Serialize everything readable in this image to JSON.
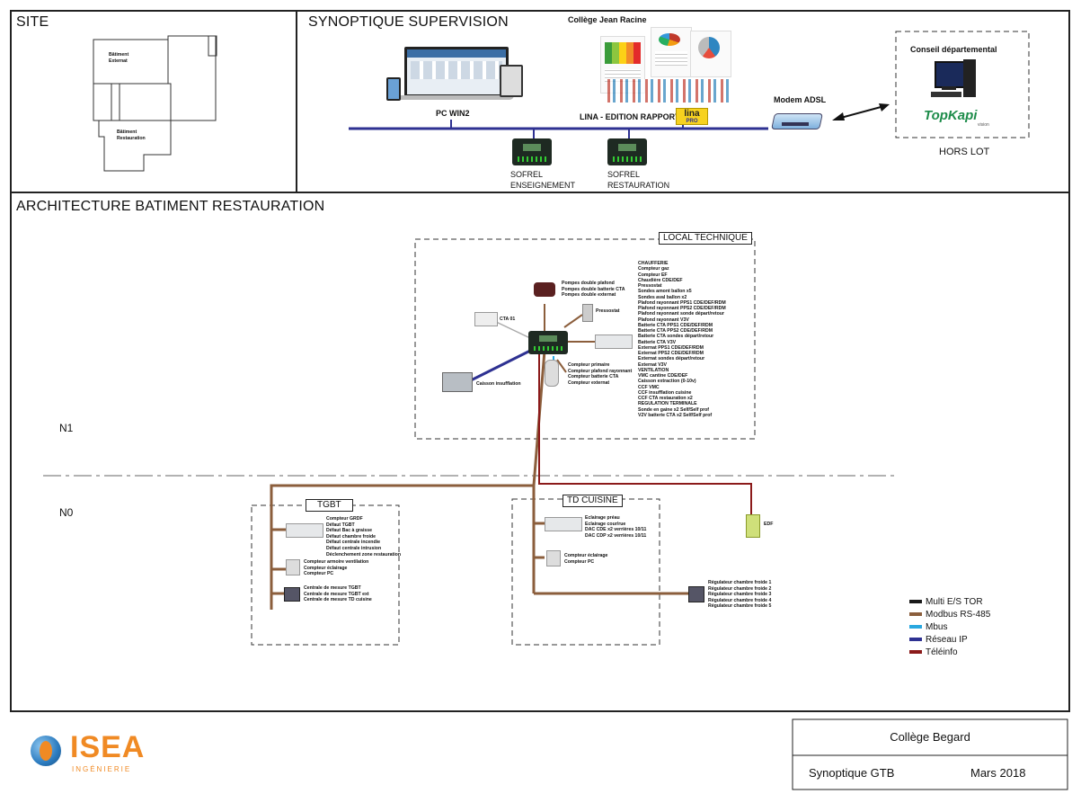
{
  "sections": {
    "site": "SITE",
    "supervision": "SYNOPTIQUE SUPERVISION",
    "architecture": "ARCHITECTURE BATIMENT RESTAURATION"
  },
  "site_map": {
    "building_externat": "Bâtiment\nExternat",
    "building_restauration": "Bâtiment\nRestauration"
  },
  "supervision": {
    "college_name": "Collège Jean Racine",
    "pc_label": "PC WIN2",
    "lina_label": "LINA - EDITION RAPPORT",
    "lina_logo": "lina",
    "lina_logo_sub": "PRO",
    "modem_label": "Modem ADSL",
    "sofrel_enseignement": "SOFREL\nENSEIGNEMENT",
    "sofrel_restauration": "SOFREL\nRESTAURATION",
    "conseil_label": "Conseil départemental",
    "topkapi_logo": "TopKapi",
    "topkapi_sub": "vision",
    "hors_lot": "HORS LOT"
  },
  "architecture": {
    "local_technique": "LOCAL TECHNIQUE",
    "level_n1": "N1",
    "level_n0": "N0",
    "pumps": [
      "Pompes double plafond",
      "Pompes double batterie CTA",
      "Pompes double externat"
    ],
    "pressostat": "Pressostat",
    "cta01": "CTA 01",
    "caisson": "Caisson insufflation",
    "counters": [
      "Compteur primaire",
      "Compteur plafond rayonnant",
      "Compteur batterie CTA",
      "Compteur externat"
    ],
    "points_list": [
      "CHAUFFERIE",
      "Compteur gaz",
      "Compteur EF",
      "Chaudière CDE/DEF",
      "Pressostat",
      "Sondes amont ballon x5",
      "Sondes aval ballon x2",
      "Plafond rayonnant PPS1 CDE/DEF/RDM",
      "Plafond rayonnant PPS2 CDE/DEF/RDM",
      "Plafond rayonnant sonde départ/retour",
      "Plafond rayonnant V3V",
      "Batterie CTA PPS1 CDE/DEF/RDM",
      "Batterie CTA PPS2 CDE/DEF/RDM",
      "Batterie CTA sondes départ/retour",
      "Batterie CTA V3V",
      "Externat PPS1 CDE/DEF/RDM",
      "Externat PPS2 CDE/DEF/RDM",
      "Externat sondes départ/retour",
      "Externat V3V",
      "VENTILATION",
      "VMC cantine CDE/DEF",
      "Caisson extraction (0-10v)",
      "CCF VMC",
      "CCF insufflation cuisine",
      "CCF CTA restauration x2",
      "REGULATION TERMINALE",
      "Sonde en gaine x2 Self/Self prof",
      "V2V batterie CTA x2 Self/Self prof"
    ],
    "tgbt_label": "TGBT",
    "tgbt_list1": [
      "Compteur GRDF",
      "Défaut TGBT",
      "Défaut Bac à graisse",
      "Défaut chambre froide",
      "Défaut centrale incendie",
      "Défaut centrale intrusion",
      "Déclenchement zone restauration"
    ],
    "tgbt_list2": [
      "Compteur armoire ventilation",
      "Compteur éclairage",
      "Compteur PC"
    ],
    "tgbt_list3": [
      "Centrale de mesure TGBT",
      "Centrale de mesure TGBT ext",
      "Centrale de mesure TD cuisine"
    ],
    "td_label": "TD CUISINE",
    "td_list1": [
      "Eclairage préau",
      "Eclairage cour/rue",
      "DAC CDE x2 verrières 10/11",
      "DAC CDP x2 verrières 10/11"
    ],
    "td_list2": [
      "Compteur éclairage",
      "Compteur PC"
    ],
    "regulators": [
      "Régulateur chambre froide 1",
      "Régulateur chambre froide 2",
      "Régulateur chambre froide 3",
      "Régulateur chambre froide 4",
      "Régulateur chambre froide 5"
    ],
    "edf": "EDF"
  },
  "legend": [
    {
      "label": "Multi E/S TOR",
      "color": "#1a1a1a"
    },
    {
      "label": "Modbus RS-485",
      "color": "#8b5e3c"
    },
    {
      "label": "Mbus",
      "color": "#29a8e0"
    },
    {
      "label": "Réseau IP",
      "color": "#2e3192"
    },
    {
      "label": "Téléinfo",
      "color": "#8b1a1a"
    }
  ],
  "footer": {
    "college": "Collège Begard",
    "doc_type": "Synoptique GTB",
    "date": "Mars 2018",
    "company": "ISEA",
    "company_sub": "INGÉNIERIE"
  },
  "colors": {
    "modbus": "#8b5e3c",
    "ip": "#2e3192",
    "teleinfo": "#8b1a1a",
    "isea_blue": "#2b7bbf",
    "isea_orange": "#f08a24"
  }
}
